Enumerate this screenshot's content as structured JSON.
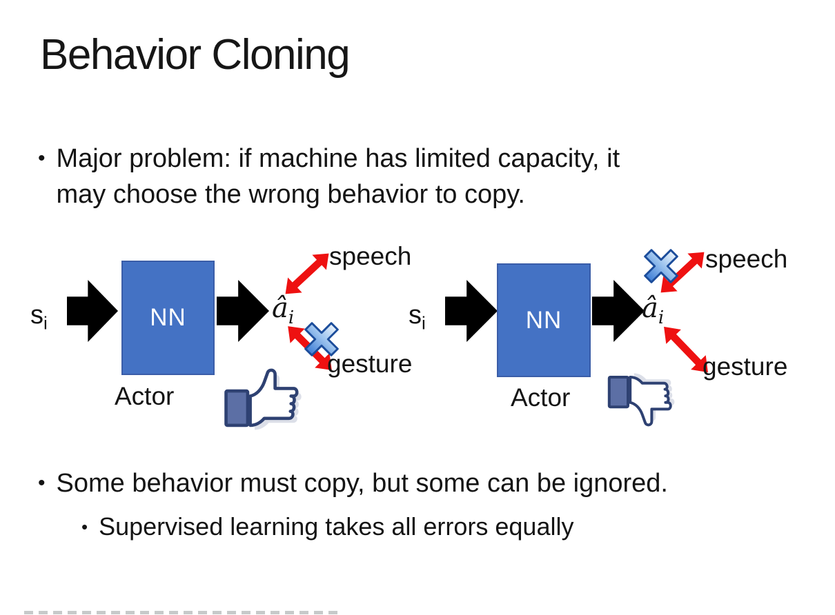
{
  "title": "Behavior Cloning",
  "bullets": {
    "major_problem": {
      "dot": "•",
      "lines": [
        "Major problem: if machine has limited capacity, it",
        "may choose the wrong behavior to copy."
      ]
    },
    "some_behavior": {
      "dot": "•",
      "text": "Some behavior must copy, but some can be ignored."
    },
    "supervised": {
      "dot": "•",
      "text": "Supervised learning takes all errors equally"
    }
  },
  "diagrams": {
    "left": {
      "input_base": "s",
      "input_sub": "i",
      "box_label": "NN",
      "actor_label": "Actor",
      "output_base": "â",
      "output_sub": "i",
      "speech_label": "speech",
      "gesture_label": "gesture",
      "crossed_out": "gesture",
      "feedback": "thumbs-up"
    },
    "right": {
      "input_base": "s",
      "input_sub": "i",
      "box_label": "NN",
      "actor_label": "Actor",
      "output_base": "â",
      "output_sub": "i",
      "speech_label": "speech",
      "gesture_label": "gesture",
      "crossed_out": "speech",
      "feedback": "thumbs-down"
    }
  },
  "colors": {
    "nn_box": "#4472C4",
    "arrow_black": "#000000",
    "arrow_red": "#EE1111",
    "cross_blue": "#3F7ED6",
    "thumb_navy": "#2E4172",
    "thumb_cuff": "#5C6FA5"
  }
}
